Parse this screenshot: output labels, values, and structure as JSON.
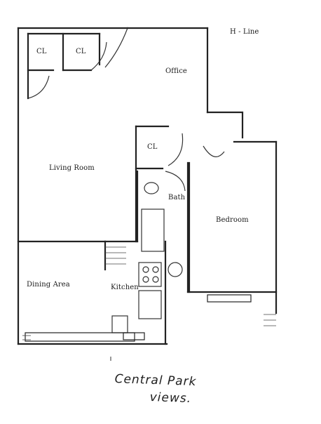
{
  "plan": {
    "line_label": "H - Line",
    "rooms": {
      "closet_1": "CL",
      "closet_2": "CL",
      "office": "Office",
      "closet_3": "CL",
      "living_room": "Living Room",
      "bath": "Bath",
      "bedroom": "Bedroom",
      "dining_area": "Dining Area",
      "kitchen": "Kitchen"
    },
    "note": {
      "line1": "Central Park",
      "line2": "views."
    }
  }
}
